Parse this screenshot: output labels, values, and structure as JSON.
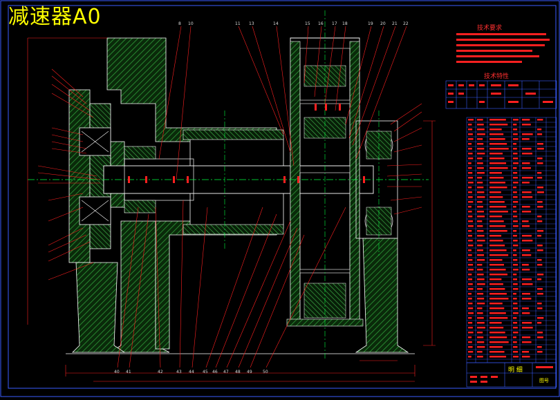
{
  "drawing": {
    "title": "减速器A0",
    "tech_requirements_title": "技术要求",
    "tech_characteristics_title": "技术特性",
    "parts_list_footer": "明 细",
    "parts_list_footer_2": "图号"
  },
  "colors": {
    "background": "#000000",
    "frame": "#3a5cff",
    "body_hatch": "#2f9d3a",
    "leader": "#ff2020",
    "centerline": "#00ff40",
    "title": "#ffff00",
    "table": "#3a5cff",
    "white_lines": "#ffffff"
  },
  "top_callouts": [
    "8",
    "10",
    "11",
    "13",
    "14",
    "15",
    "16",
    "17",
    "18",
    "19",
    "20",
    "21",
    "22"
  ],
  "bottom_callouts": [
    "40",
    "41",
    "42",
    "43",
    "44",
    "45",
    "46",
    "47",
    "48",
    "49",
    "50"
  ]
}
